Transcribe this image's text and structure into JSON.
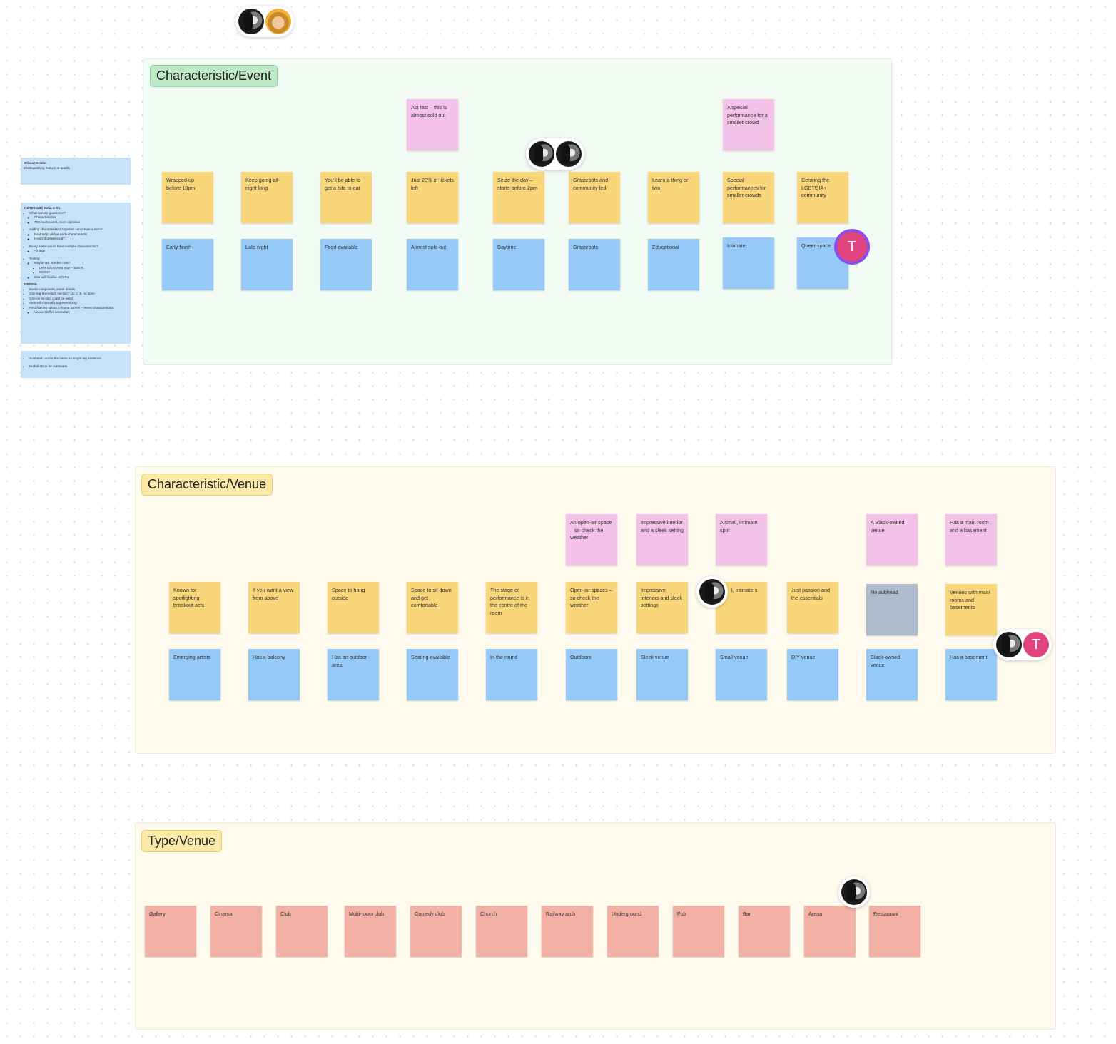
{
  "sections": {
    "event": {
      "title": "Characteristic/Event"
    },
    "venue": {
      "title": "Characteristic/Venue"
    },
    "type": {
      "title": "Type/Venue"
    }
  },
  "event_stickies": {
    "pink": [
      "Act fast – this is almost sold out",
      "A special performance for a smaller crowd"
    ],
    "yellow": [
      "Wrapped up before 10pm",
      "Keep going all-night long",
      "You'll be able to get a bite to eat",
      "Just 20% of tickets left",
      "Seize the day – starts before 2pm",
      "Grassroots and community led",
      "Learn a thing or two",
      "Special performances for smaller crowds",
      "Centring the LGBTQIA+ community"
    ],
    "blue": [
      "Early finish",
      "Late night",
      "Food available",
      "Almost sold out",
      "Daytime",
      "Grassroots",
      "Educational",
      "Intimate",
      "Queer space"
    ]
  },
  "venue_stickies": {
    "pink": [
      "An open-air space – so check the weather",
      "Impressive interior and a sleek setting",
      "A small, intimate spot",
      "A Black-owned venue",
      "Has a main room and a basement"
    ],
    "yellow": [
      "Known for spotlighting breakout acts",
      "If you want a view from above",
      "Space to hang outside",
      "Space to sit down and get comfortable",
      "The stage or performance is in the centre of the room",
      "Open-air spaces – so check the weather",
      "Impressive interiors and sleek settings",
      "l, intimate s",
      "Just passion and the essentials",
      "Venues with main rooms and basements"
    ],
    "grey": [
      "No subhead"
    ],
    "blue": [
      "Emerging artists",
      "Has a balcony",
      "Has an outdoor area",
      "Seating available",
      "In the round",
      "Outdoors",
      "Sleek venue",
      "Small venue",
      "DIY venue",
      "Black-owned venue",
      "Has a basement"
    ]
  },
  "type_stickies": [
    "Gallery",
    "Cinema",
    "Club",
    "Multi-room club",
    "Comedy club",
    "Church",
    "Railway arch",
    "Underground",
    "Pub",
    "Bar",
    "Arena",
    "Restaurant"
  ],
  "side_notes": {
    "definition_title": "Characteristic",
    "definition_text": "Distinguishing feature or quality",
    "notes_title": "NOTES with Celia & Ro",
    "n1": "What can we guarantee?",
    "n1a": "Characteristics",
    "n1b": "This works best, more objective",
    "n2": "Adding characteristics together can create a mood",
    "n2a": "Next step: define each characteristic",
    "n2b": "How's it determined?",
    "n3": "Every event would have multiple characteristic?",
    "n3a": "~3 tags",
    "n4": "Testing",
    "n4a": "Maybe not needed now?",
    "n4a1": "Let's talk to AMs now – Sam R.",
    "n4a2": "ECGs?",
    "n4b": "Clar will finalise with Ro",
    "design_title": "DESIGN",
    "d1": "Event component, event details",
    "d2": "One tag from each section? Up to 3, no more",
    "d3": "One on its own could be weird",
    "d4": "AMs will manually tag everything",
    "d5": "First filtering option in home screen – event characteristics",
    "d5a": "Venue stuff is secondary",
    "s1": "Subhead can be the same as single tag sentence",
    "s2": "No full stops for subheads"
  },
  "avatars": {
    "t_initial": "T"
  },
  "colors": {
    "sticky_yellow": "#f9d67a",
    "sticky_blue": "#95c9f7",
    "sticky_pink": "#f4c2e9",
    "sticky_salmon": "#f3b0a5",
    "sticky_grey": "#aebbcd",
    "event_section": "#f2fbf3",
    "venue_section": "#fefbee",
    "avatar_t": "#e1457d"
  }
}
